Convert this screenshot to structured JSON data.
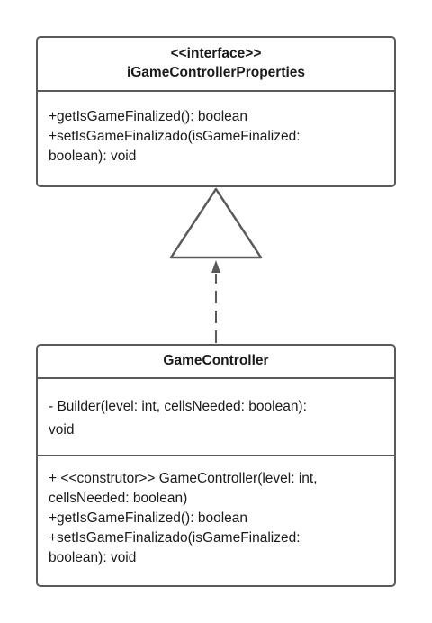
{
  "interface_class": {
    "stereotype": "<<interface>>",
    "name": "iGameControllerProperties",
    "methods": [
      "+getIsGameFinalized(): boolean",
      "+setIsGameFinalizado(isGameFinalized:",
      "boolean): void"
    ]
  },
  "implementing_class": {
    "name": "GameController",
    "attributes": [
      "- Builder(level: int, cellsNeeded: boolean):",
      "void"
    ],
    "methods": [
      "+ <<construtor>> GameController(level: int,",
      "cellsNeeded: boolean)",
      "+getIsGameFinalized(): boolean",
      "+setIsGameFinalizado(isGameFinalized:",
      "boolean): void"
    ]
  },
  "relationship": {
    "type": "realization",
    "from": "GameController",
    "to": "iGameControllerProperties"
  },
  "colors": {
    "border": "#5a5a5a",
    "text": "#1a1a1a",
    "background": "#ffffff"
  }
}
